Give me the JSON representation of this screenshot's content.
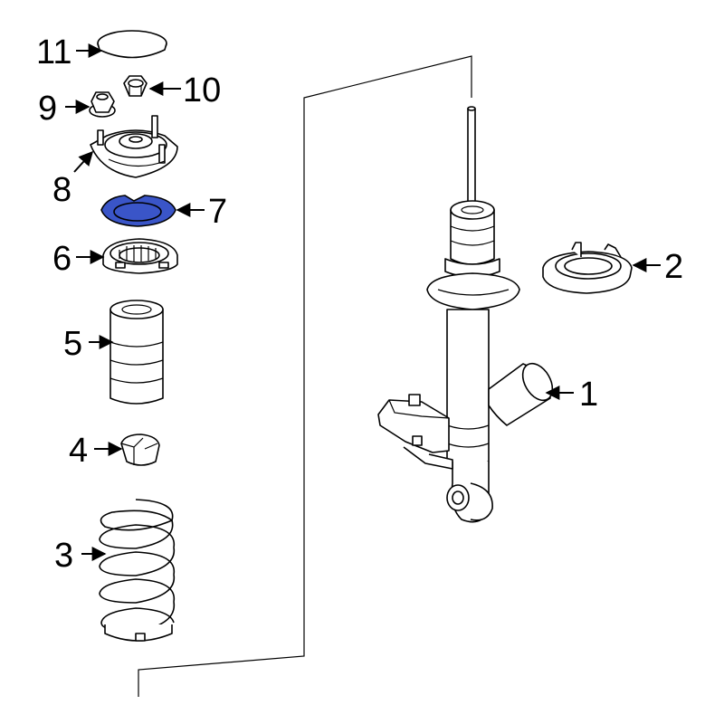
{
  "diagram": {
    "highlight_color": "#3a55c8",
    "highlighted_part": "7",
    "callouts": {
      "c1": "1",
      "c2": "2",
      "c3": "3",
      "c4": "4",
      "c5": "5",
      "c6": "6",
      "c7": "7",
      "c8": "8",
      "c9": "9",
      "c10": "10",
      "c11": "11"
    }
  }
}
